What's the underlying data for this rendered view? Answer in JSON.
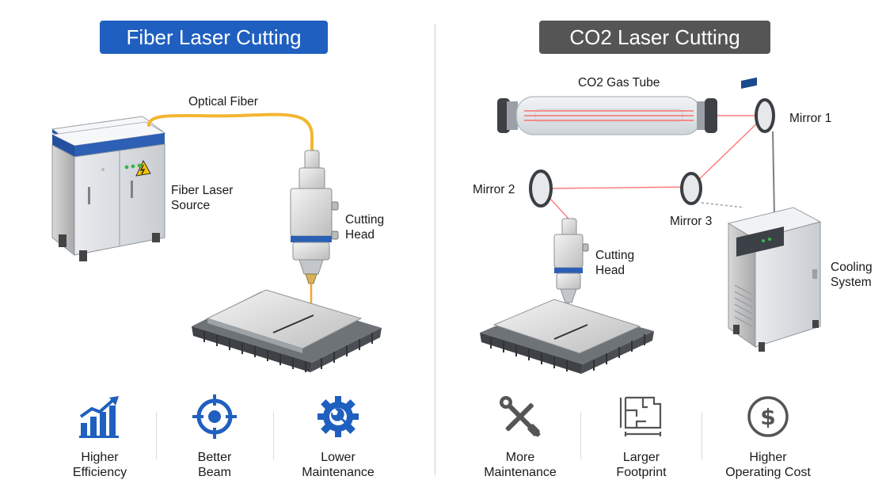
{
  "fiber": {
    "title": "Fiber Laser Cutting",
    "labels": {
      "optical_fiber": "Optical Fiber",
      "laser_source": "Fiber Laser\nSource",
      "cutting_head": "Cutting\nHead"
    },
    "features": [
      {
        "text": "Higher\nEfficiency",
        "icon": "rising-bar-chart-icon"
      },
      {
        "text": "Better\nBeam",
        "icon": "crosshair-target-icon"
      },
      {
        "text": "Lower\nMaintenance",
        "icon": "gear-wrench-icon"
      }
    ]
  },
  "co2": {
    "title": "CO2 Laser Cutting",
    "labels": {
      "gas_tube": "CO2 Gas Tube",
      "mirror1": "Mirror 1",
      "mirror2": "Mirror 2",
      "mirror3": "Mirror 3",
      "cutting_head": "Cutting\nHead",
      "cooling": "Cooling\nSystem"
    },
    "features": [
      {
        "text": "More\nMaintenance",
        "icon": "wrench-screwdriver-icon"
      },
      {
        "text": "Larger\nFootprint",
        "icon": "floor-plan-icon"
      },
      {
        "text": "Higher\nOperating Cost",
        "icon": "dollar-coin-icon"
      }
    ]
  },
  "colors": {
    "fiber_accent": "#1f5fbf",
    "co2_accent": "#555555",
    "fiber_cable": "#f2b632",
    "laser_beam": "#ff6b6b"
  }
}
